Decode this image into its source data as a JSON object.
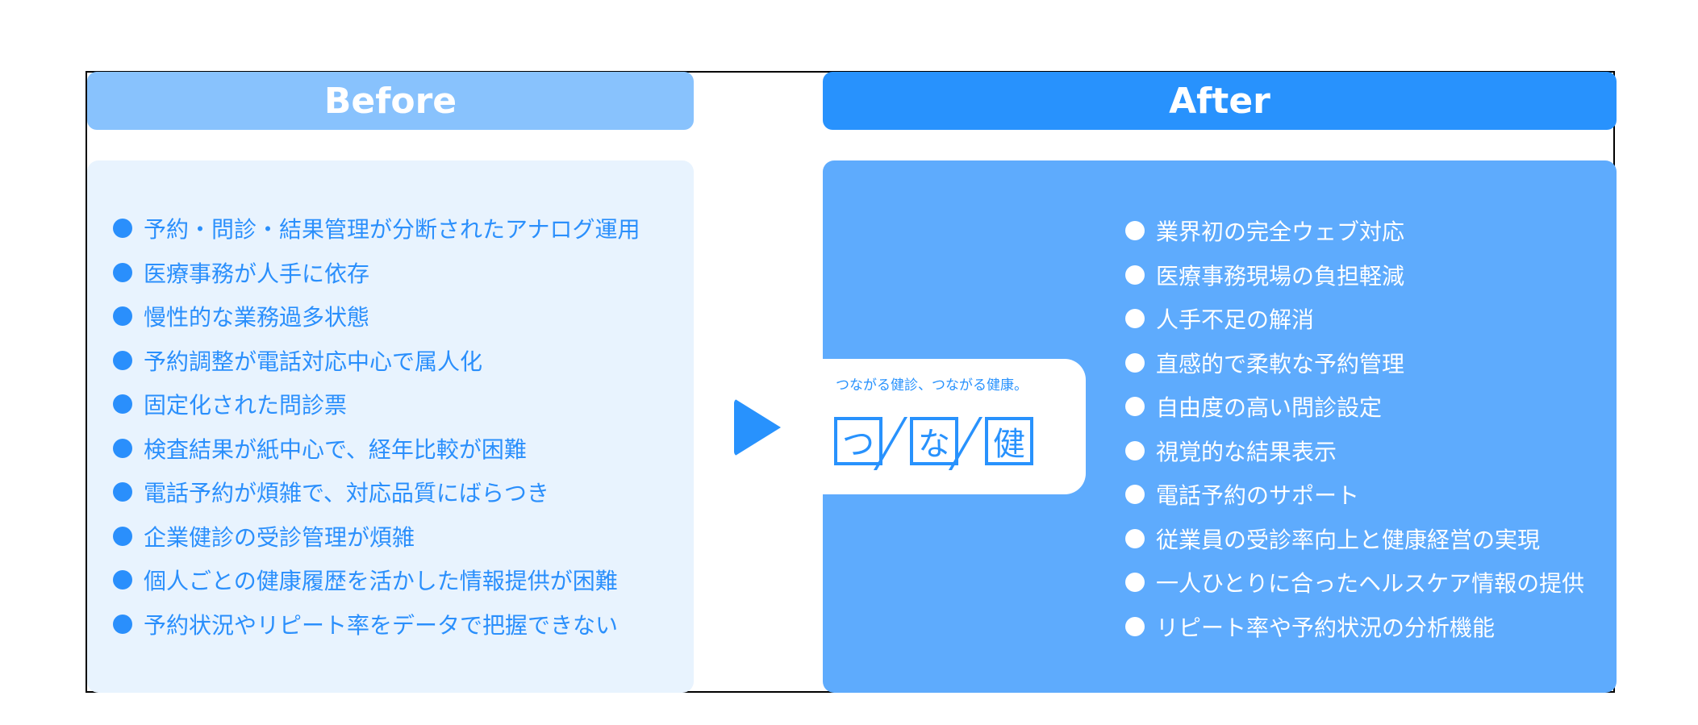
{
  "before": {
    "title": "Before",
    "items": [
      "予約・問診・結果管理が分断されたアナログ運用",
      "医療事務が人手に依存",
      "慢性的な業務過多状態",
      "予約調整が電話対応中心で属人化",
      "固定化された問診票",
      "検査結果が紙中心で、経年比較が困難",
      "電話予約が煩雑で、対応品質にばらつき",
      "企業健診の受診管理が煩雑",
      "個人ごとの健康履歴を活かした情報提供が困難",
      "予約状況やリピート率をデータで把握できない"
    ]
  },
  "after": {
    "title": "After",
    "items": [
      "業界初の完全ウェブ対応",
      "医療事務現場の負担軽減",
      "人手不足の解消",
      "直感的で柔軟な予約管理",
      "自由度の高い問診設定",
      "視覚的な結果表示",
      "電話予約のサポート",
      "従業員の受診率向上と健康経営の実現",
      "一人ひとりに合ったヘルスケア情報の提供",
      "リピート率や予約状況の分析機能"
    ]
  },
  "logo": {
    "tagline": "つながる健診、つながる健康。",
    "chars": [
      "つ",
      "な",
      "健"
    ]
  },
  "colors": {
    "before_header": "#88c2fd",
    "before_body": "#e8f3fe",
    "before_text": "#2a8ffc",
    "after_header": "#2892fd",
    "after_body": "#5eabfd"
  }
}
